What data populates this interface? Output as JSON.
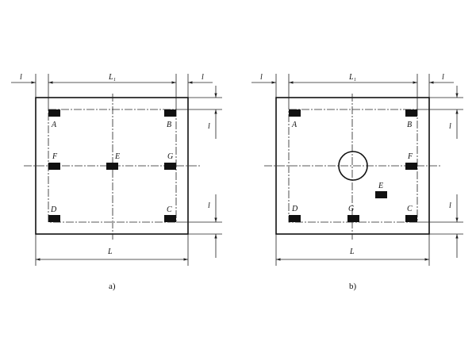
{
  "panels": [
    {
      "caption": "a)",
      "dim_top": "L₁",
      "dim_bottom": "L",
      "dim_left_top": "l",
      "dim_right_top": "l",
      "dim_right_upper": "l",
      "dim_right_lower": "l",
      "points": {
        "A": "A",
        "B": "B",
        "C": "C",
        "D": "D",
        "E": "E",
        "F": "F",
        "G": "G"
      }
    },
    {
      "caption": "b)",
      "dim_top": "L₁",
      "dim_bottom": "L",
      "dim_left_top": "l",
      "dim_right_top": "l",
      "dim_right_upper": "l",
      "dim_right_lower": "l",
      "points": {
        "A": "A",
        "B": "B",
        "C": "C",
        "D": "D",
        "E": "E",
        "F": "F",
        "G": "G"
      }
    }
  ]
}
